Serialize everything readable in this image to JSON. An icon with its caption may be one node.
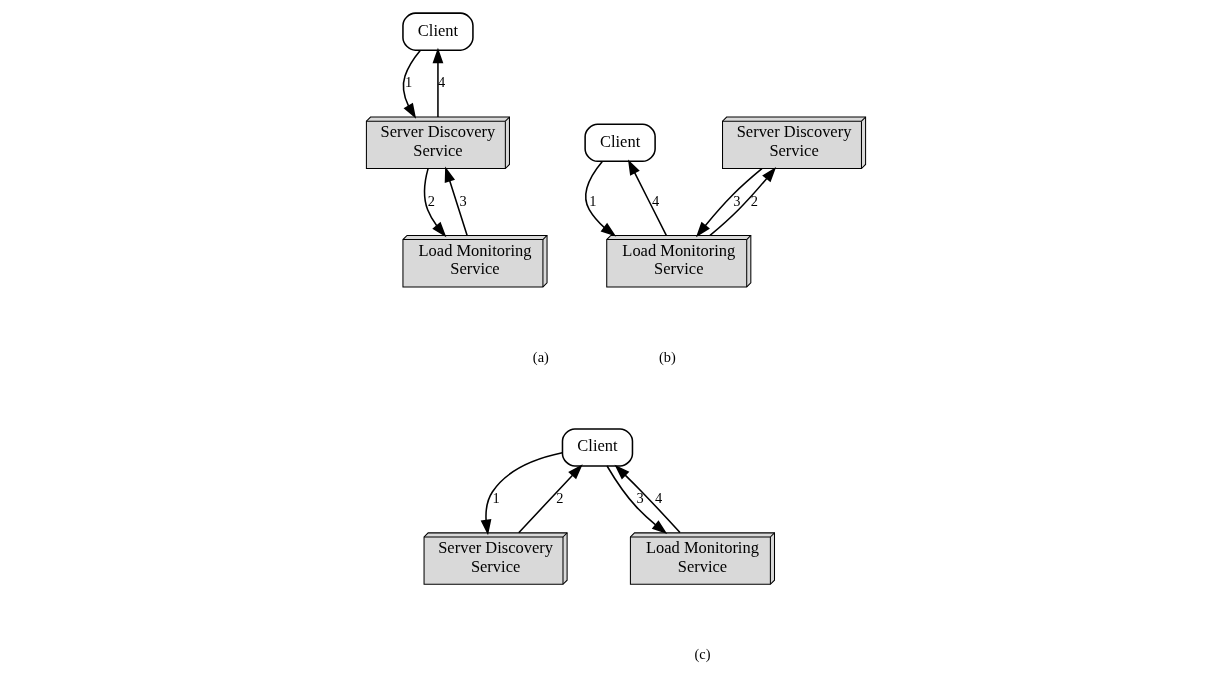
{
  "diagram": {
    "nodes": [
      {
        "text": [
          "Client"
        ]
      },
      {
        "text": [
          "Server Discovery Service"
        ]
      },
      {
        "text": [
          "Load Monitoring Service"
        ]
      },
      {
        "text": [
          "Client"
        ]
      },
      {
        "text": [
          "Server Discovery Service"
        ]
      },
      {
        "text": [
          "Load Monitoring Service"
        ]
      },
      {
        "text": [
          "Client"
        ]
      },
      {
        "text": [
          "Server Discovery Service"
        ]
      },
      {
        "text": [
          "Load Monitoring Service"
        ]
      }
    ],
    "edges": [
      {
        "from": 0,
        "to": 1,
        "arrow": "to",
        "label": "1"
      },
      {
        "from": 1,
        "to": 0,
        "arrow": "to",
        "label": "4"
      },
      {
        "from": 1,
        "to": 2,
        "arrow": "to",
        "label": "2"
      },
      {
        "from": 2,
        "to": 1,
        "arrow": "to",
        "label": "3"
      },
      {
        "from": 3,
        "to": 5,
        "arrow": "to",
        "label": "1"
      },
      {
        "from": 5,
        "to": 4,
        "arrow": "to",
        "label": "2"
      },
      {
        "from": 4,
        "to": 5,
        "arrow": "to",
        "label": "3"
      },
      {
        "from": 5,
        "to": 3,
        "arrow": "to",
        "label": "4"
      },
      {
        "from": 6,
        "to": 7,
        "arrow": "to",
        "label": "1"
      },
      {
        "from": 7,
        "to": 6,
        "arrow": "to",
        "label": "2"
      },
      {
        "from": 6,
        "to": 8,
        "arrow": "to",
        "label": "3"
      },
      {
        "from": 8,
        "to": 6,
        "arrow": "to",
        "label": "4"
      }
    ],
    "labels": [
      "(a)",
      "(b)",
      "(c)"
    ]
  }
}
